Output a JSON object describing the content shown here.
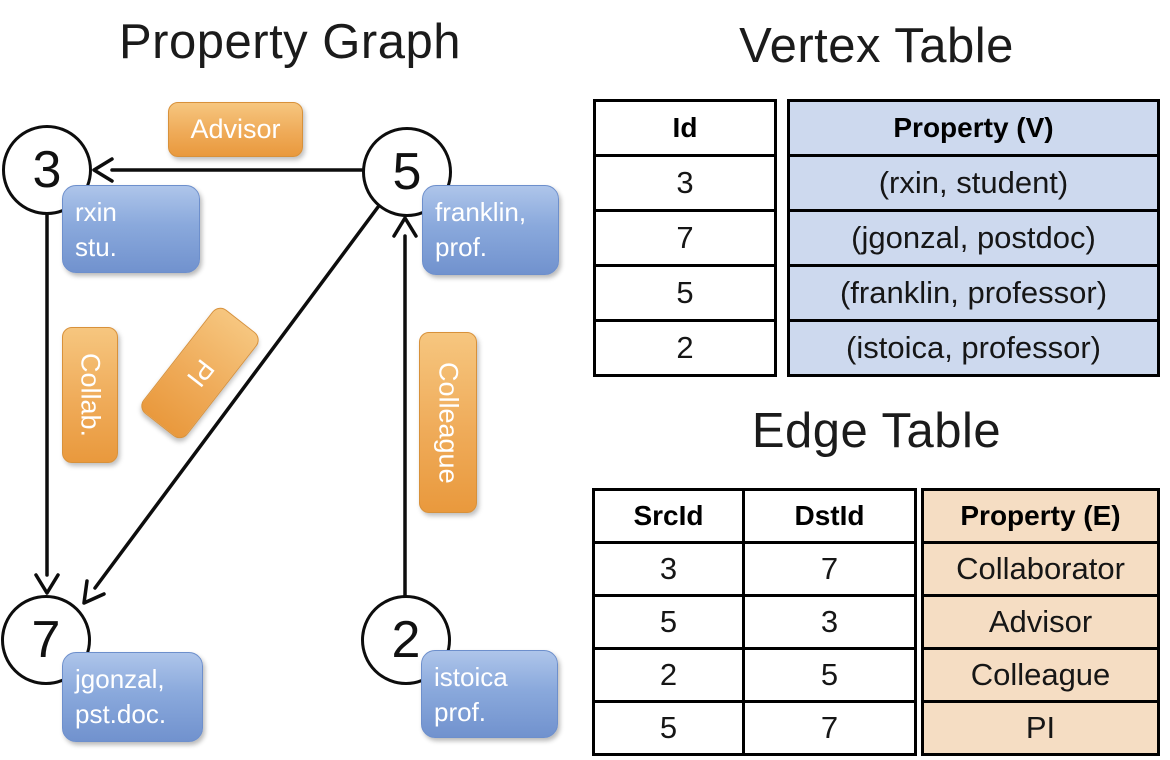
{
  "graph": {
    "title": "Property Graph",
    "nodes": [
      {
        "id": "3",
        "label": "rxin\nstu."
      },
      {
        "id": "5",
        "label": "franklin,\nprof."
      },
      {
        "id": "7",
        "label": "jgonzal,\npst.doc."
      },
      {
        "id": "2",
        "label": "istoica\nprof."
      }
    ],
    "edge_labels": {
      "advisor": "Advisor",
      "collab": "Collab.",
      "pi": "PI",
      "colleague": "Colleague"
    }
  },
  "vertex_table": {
    "title": "Vertex Table",
    "columns": {
      "id": "Id",
      "property": "Property (V)"
    },
    "rows": [
      {
        "id": "3",
        "property": "(rxin, student)"
      },
      {
        "id": "7",
        "property": "(jgonzal, postdoc)"
      },
      {
        "id": "5",
        "property": "(franklin, professor)"
      },
      {
        "id": "2",
        "property": "(istoica, professor)"
      }
    ]
  },
  "edge_table": {
    "title": "Edge Table",
    "columns": {
      "src": "SrcId",
      "dst": "DstId",
      "property": "Property (E)"
    },
    "rows": [
      {
        "src": "3",
        "dst": "7",
        "property": "Collaborator"
      },
      {
        "src": "5",
        "dst": "3",
        "property": "Advisor"
      },
      {
        "src": "2",
        "dst": "5",
        "property": "Colleague"
      },
      {
        "src": "5",
        "dst": "7",
        "property": "PI"
      }
    ]
  },
  "colors": {
    "edge_label_orange": "#e9993d",
    "vertex_box_blue": "#7192ce",
    "vertex_cell_fill": "#cdd9ee",
    "edge_cell_fill": "#f5ddc3",
    "line_black": "#0d0d0d"
  }
}
